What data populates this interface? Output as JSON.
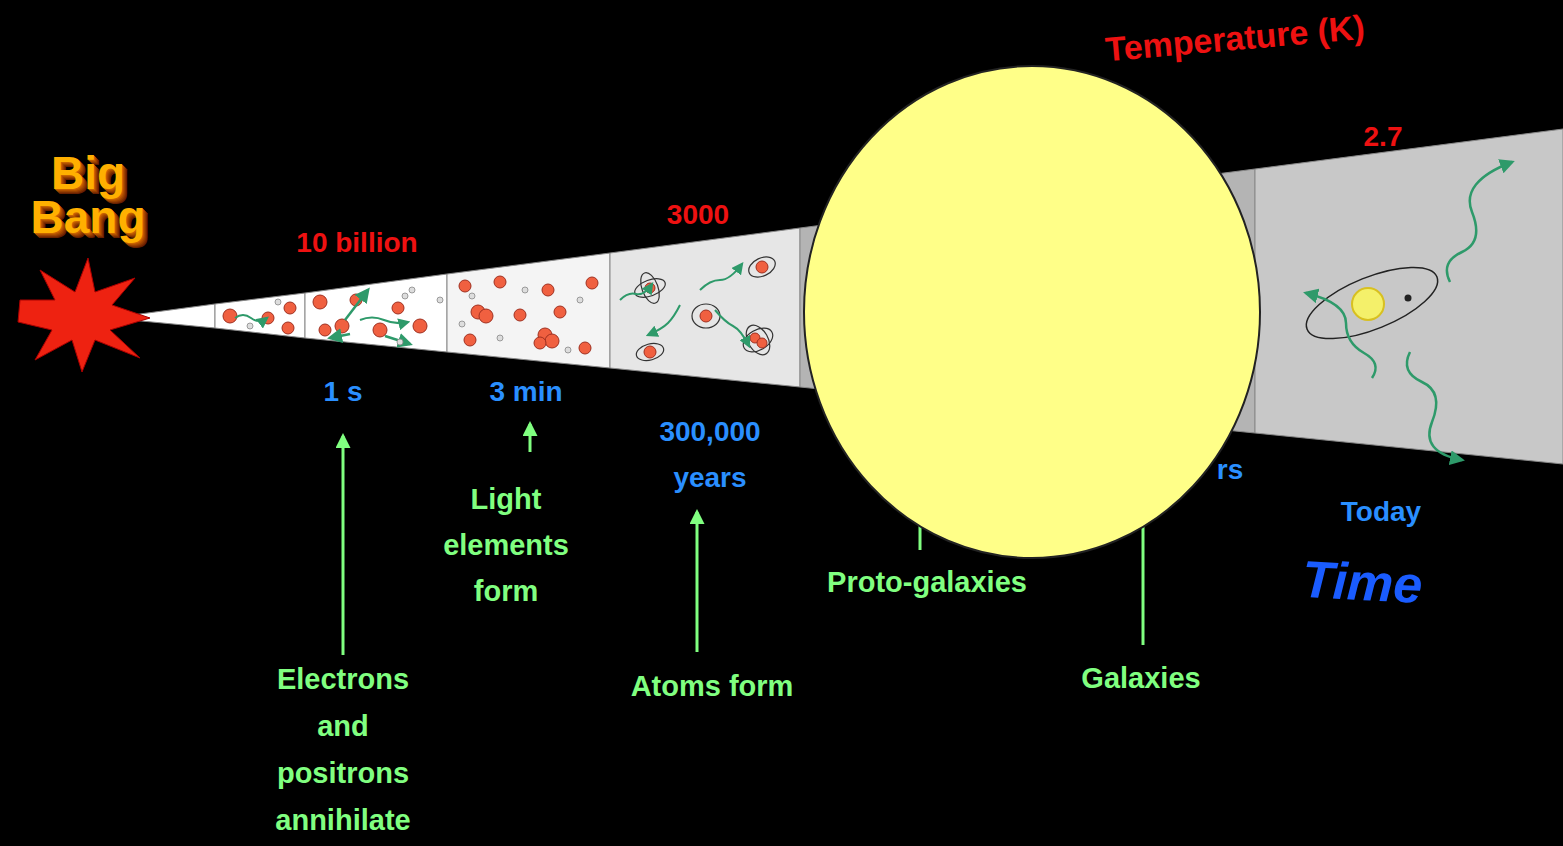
{
  "diagram": {
    "labels": [
      "Big Bang",
      "Temperature (K)",
      "10 billion",
      "3000",
      "2.7",
      "1 s",
      "3 min",
      "300,000 years",
      "rs",
      "Today",
      "Time",
      "Light elements form",
      "Electrons and positrons annihilate",
      "Atoms form",
      "Proto-galaxies",
      "Galaxies"
    ]
  }
}
